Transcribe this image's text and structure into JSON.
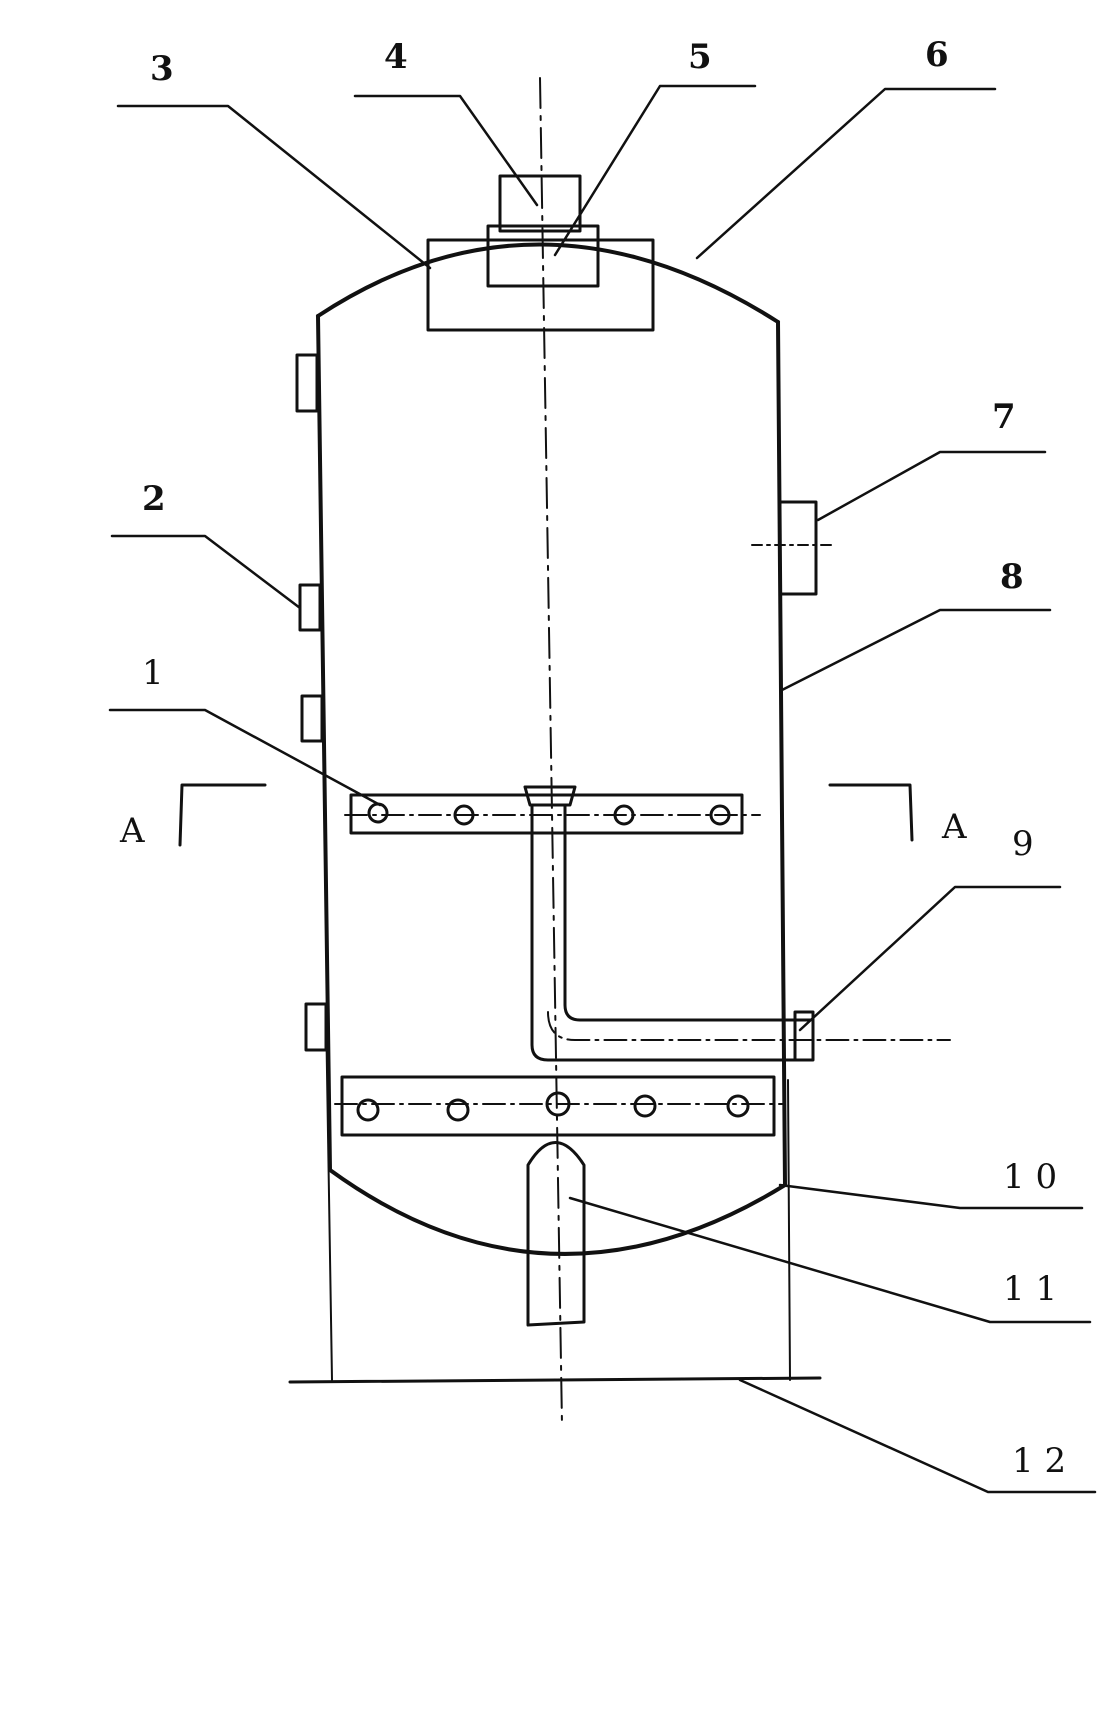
{
  "diagram": {
    "callouts": [
      {
        "id": "c1",
        "text": "1"
      },
      {
        "id": "c2",
        "text": "2"
      },
      {
        "id": "c3",
        "text": "3"
      },
      {
        "id": "c4",
        "text": "4"
      },
      {
        "id": "c5",
        "text": "5"
      },
      {
        "id": "c6",
        "text": "6"
      },
      {
        "id": "c7",
        "text": "7"
      },
      {
        "id": "c8",
        "text": "8"
      },
      {
        "id": "c9",
        "text": "9"
      },
      {
        "id": "c10",
        "text": "1 0"
      },
      {
        "id": "c11",
        "text": "1 1"
      },
      {
        "id": "c12",
        "text": "1 2"
      }
    ],
    "section_marks": {
      "left": "A",
      "right": "A"
    },
    "colors": {
      "ink": "#111111",
      "paper": "#ffffff"
    }
  }
}
